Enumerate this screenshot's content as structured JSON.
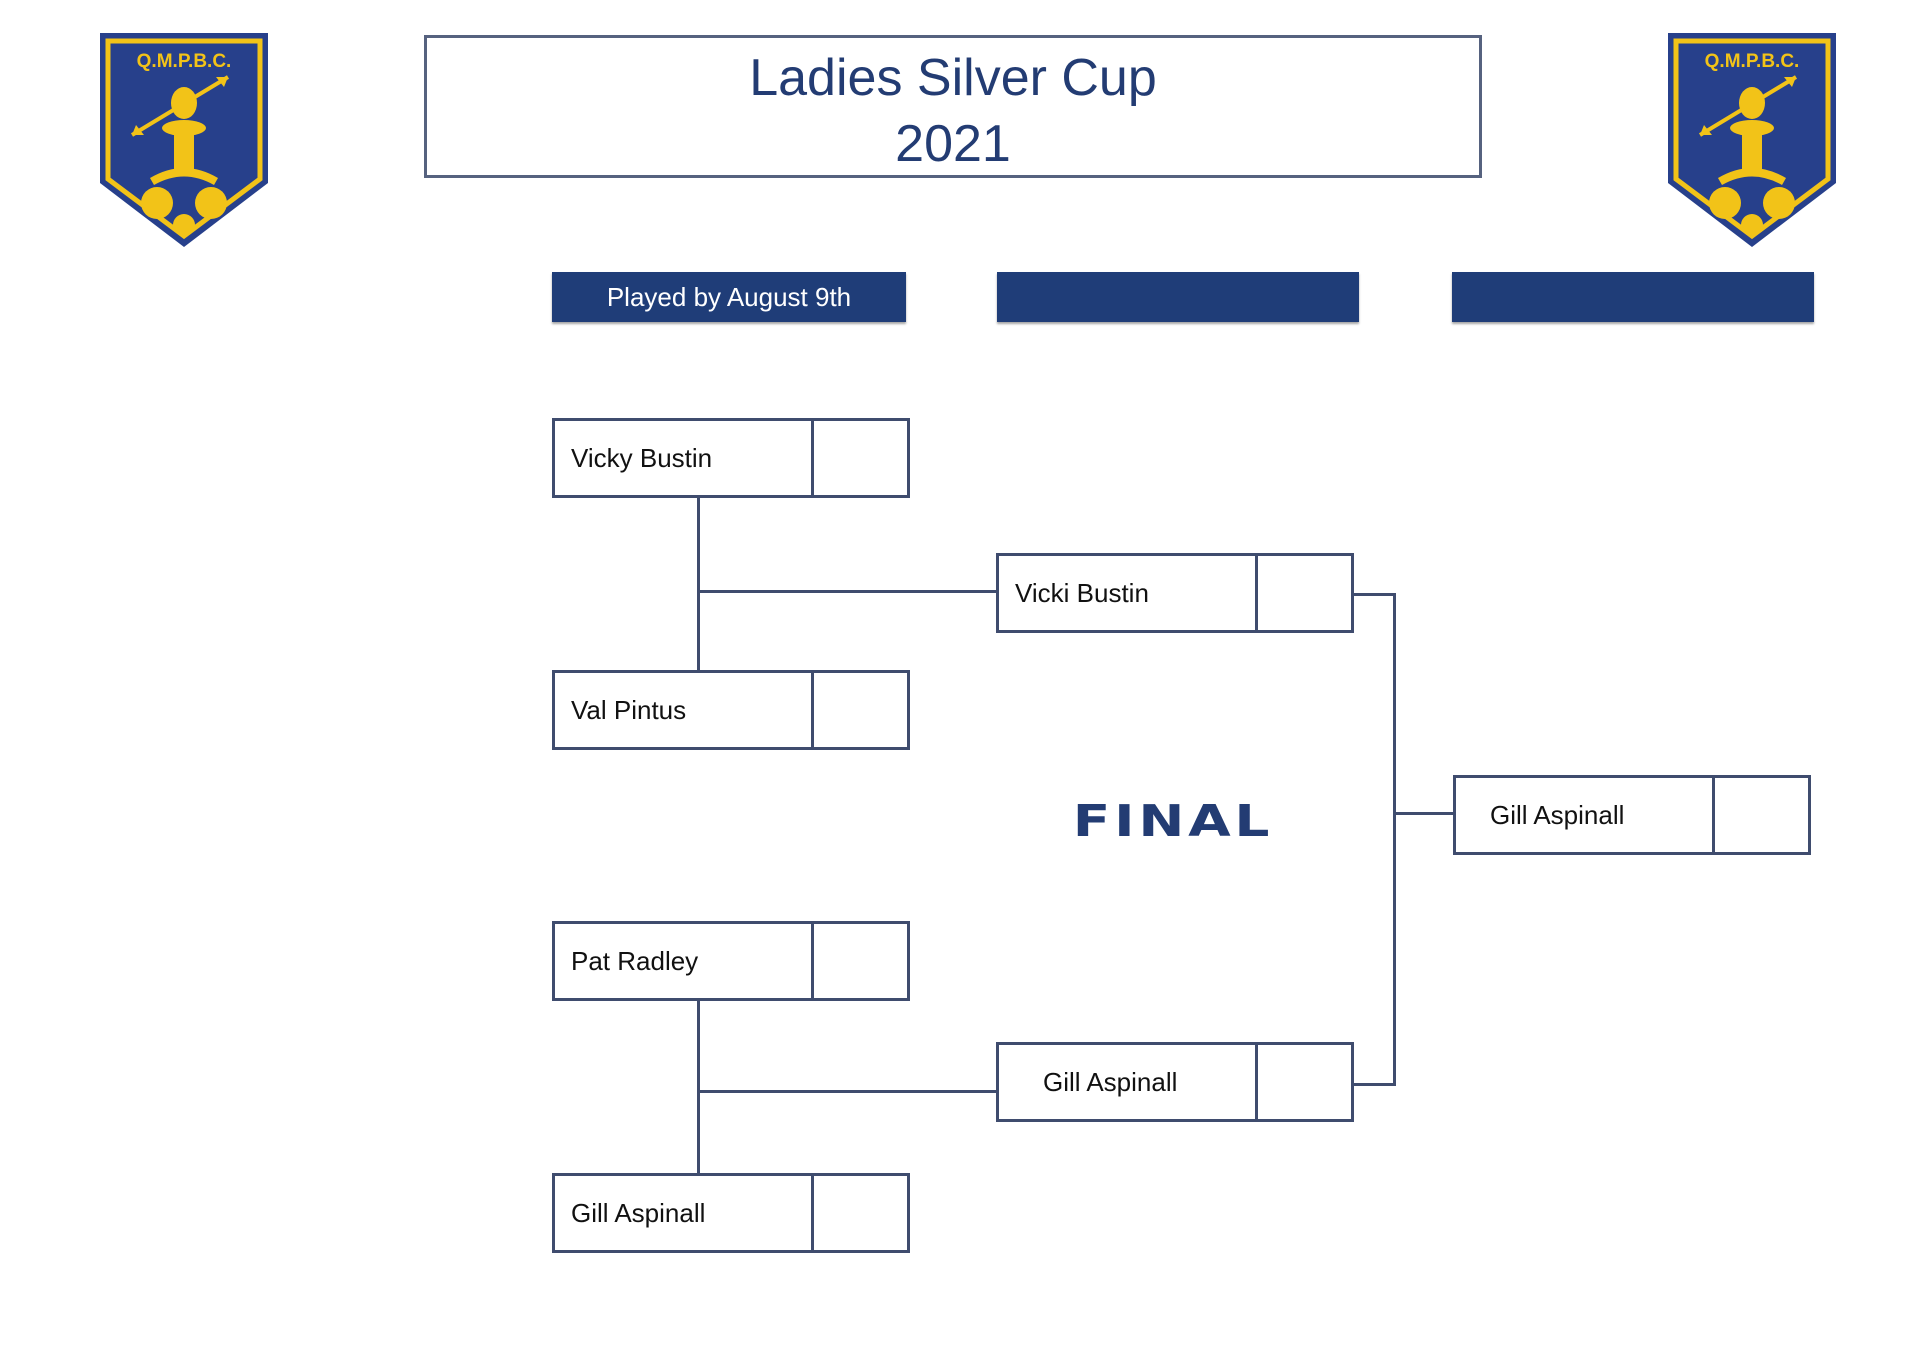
{
  "header": {
    "club_badge_text": "Q.M.P.B.C.",
    "title_line1": "Ladies Silver Cup",
    "title_line2": "2021"
  },
  "colors": {
    "navy": "#1f3d78",
    "gold": "#f2c318",
    "title_text": "#233c73",
    "bracket_line": "#3f4c6e"
  },
  "rounds": [
    {
      "label": "Played by August 9th"
    },
    {
      "label": ""
    },
    {
      "label": ""
    }
  ],
  "bracket": {
    "round1": [
      {
        "name": "Vicky Bustin",
        "score": ""
      },
      {
        "name": "Val Pintus",
        "score": ""
      },
      {
        "name": "Pat Radley",
        "score": ""
      },
      {
        "name": "Gill Aspinall",
        "score": ""
      }
    ],
    "round2": [
      {
        "name": "Vicki Bustin",
        "score": ""
      },
      {
        "name": "Gill Aspinall",
        "score": ""
      }
    ],
    "final_label": "FINAL",
    "winner": {
      "name": "Gill Aspinall",
      "score": ""
    }
  }
}
